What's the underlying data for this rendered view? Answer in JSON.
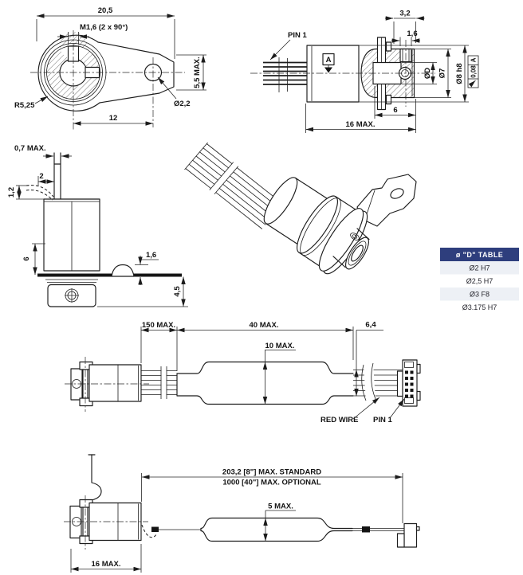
{
  "drawing": {
    "front_view": {
      "overall_width": "20,5",
      "thread_callout": "M1,6 (2 x 90°)",
      "fillet_radius": "R5,25",
      "hole_spacing": "12",
      "hole_dia": "Ø2,2",
      "tab_height": "5,5 MAX."
    },
    "side_view": {
      "pin1": "PIN 1",
      "datum": "A",
      "flange_to_face": "3,2",
      "thread_depth": "1,6",
      "shaft_bore": "ØD",
      "pilot_dia": "Ø7",
      "body_dia": "Ø8 h8",
      "runout_tol": "0,08",
      "runout_datum": "A",
      "hub_length": "6",
      "total_length": "16 MAX."
    },
    "bracket_view": {
      "pin_width": "0,7 MAX.",
      "pin_offset": "2",
      "wire_height": "1,2",
      "body_height": "6",
      "bump_height": "1,6",
      "hub_height": "4,5"
    },
    "d_table": {
      "header": "ø \"D\" TABLE",
      "rows": [
        "Ø2 H7",
        "Ø2,5 H7",
        "Ø3 F8",
        "Ø3.175 H7"
      ],
      "header_bg": "#2e3e7d"
    },
    "cable_view": {
      "lead_length": "150 MAX.",
      "sleeve_length": "40 MAX.",
      "sleeve_dia": "10 MAX.",
      "ribbon_width": "6,4",
      "red_wire": "RED WIRE",
      "pin1": "PIN 1"
    },
    "length_view": {
      "standard_length": "203,2 [8\"] MAX. STANDARD",
      "optional_length": "1000 [40\"] MAX. OPTIONAL",
      "sleeve_dia": "5 MAX.",
      "motor_length": "16 MAX."
    }
  }
}
